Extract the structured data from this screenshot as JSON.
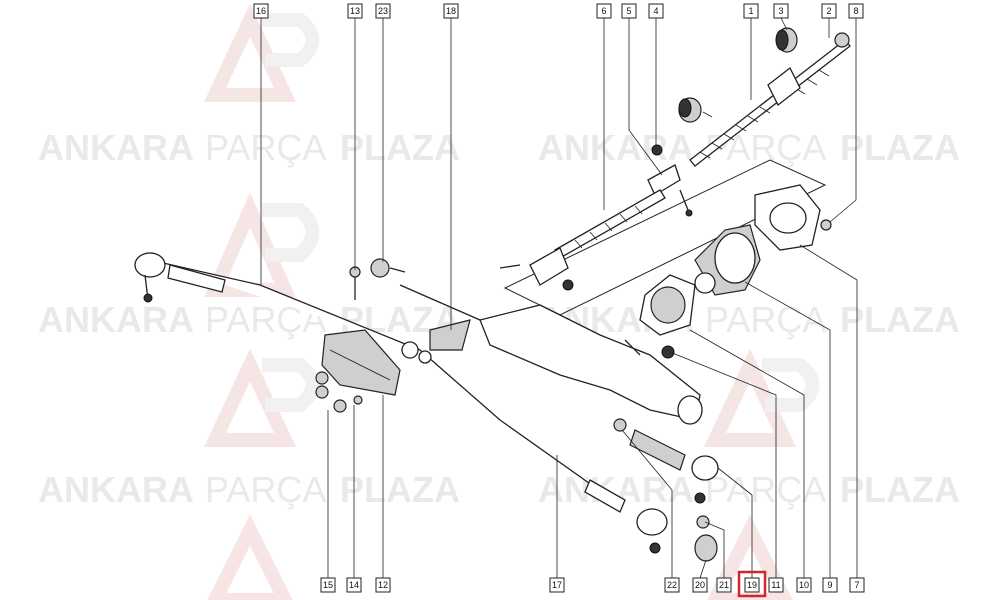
{
  "watermark": {
    "word1": "ANKARA",
    "word2": "PARÇA",
    "word3": "PLAZA",
    "logo_text": "AP"
  },
  "callouts": [
    {
      "id": "c16",
      "label": "16"
    },
    {
      "id": "c13",
      "label": "13"
    },
    {
      "id": "c23",
      "label": "23"
    },
    {
      "id": "c18",
      "label": "18"
    },
    {
      "id": "c6",
      "label": "6"
    },
    {
      "id": "c5",
      "label": "5"
    },
    {
      "id": "c4",
      "label": "4"
    },
    {
      "id": "c1",
      "label": "1"
    },
    {
      "id": "c3",
      "label": "3"
    },
    {
      "id": "c2",
      "label": "2"
    },
    {
      "id": "c8",
      "label": "8"
    },
    {
      "id": "c15",
      "label": "15"
    },
    {
      "id": "c14",
      "label": "14"
    },
    {
      "id": "c12",
      "label": "12"
    },
    {
      "id": "c17",
      "label": "17"
    },
    {
      "id": "c22",
      "label": "22"
    },
    {
      "id": "c20",
      "label": "20"
    },
    {
      "id": "c21",
      "label": "21"
    },
    {
      "id": "c19",
      "label": "19"
    },
    {
      "id": "c11",
      "label": "11"
    },
    {
      "id": "c10",
      "label": "10"
    },
    {
      "id": "c9",
      "label": "9"
    },
    {
      "id": "c7",
      "label": "7"
    }
  ],
  "highlighted_callout": "19",
  "colors": {
    "line": "#222222",
    "highlight": "#d2262c",
    "watermark": "#e9e9e9"
  }
}
